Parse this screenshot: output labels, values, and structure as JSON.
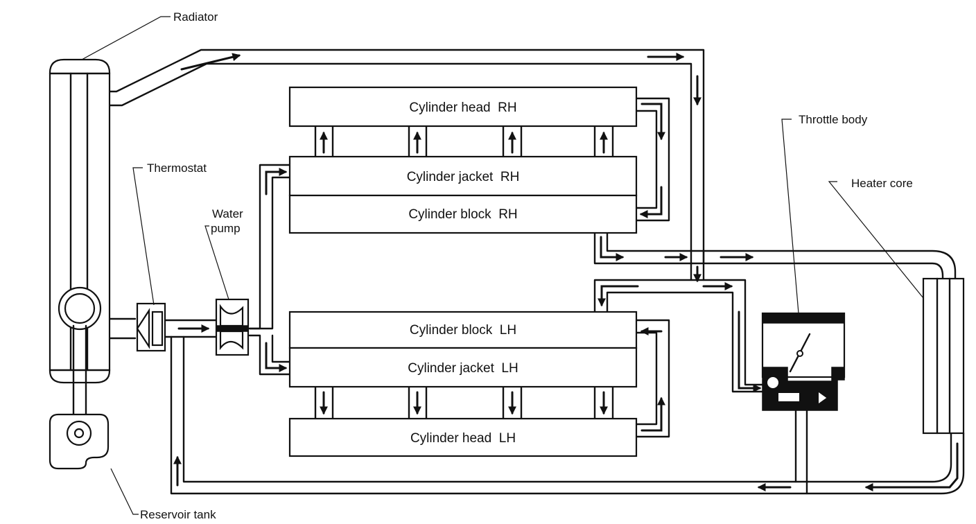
{
  "labels": {
    "radiator": "Radiator",
    "thermostat": "Thermostat",
    "water_pump_line1": "Water",
    "water_pump_line2": "pump",
    "reservoir_tank": "Reservoir tank",
    "throttle_body": "Throttle body",
    "heater_core": "Heater core"
  },
  "blocks": {
    "cyl_head_rh": "Cylinder head  RH",
    "cyl_jacket_rh": "Cylinder jacket  RH",
    "cyl_block_rh": "Cylinder block  RH",
    "cyl_block_lh": "Cylinder block  LH",
    "cyl_jacket_lh": "Cylinder jacket  LH",
    "cyl_head_lh": "Cylinder head  LH"
  }
}
